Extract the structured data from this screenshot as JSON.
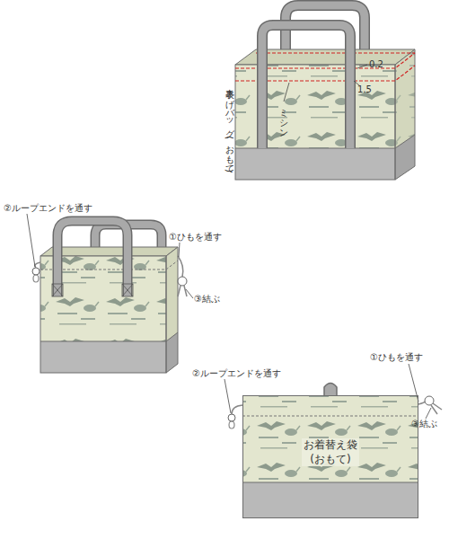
{
  "diagram": {
    "nodes": [
      {
        "text": [
          "お着替え袋 (おもて)"
        ]
      }
    ],
    "labels": [
      "表手さげバッグ (おもて)",
      "ミシン",
      "0.2",
      "1.5",
      "②ループエンドを通す",
      "①ひもを通す",
      "③結ぶ",
      "②ループエンドを通す",
      "①ひもを通す",
      "③結ぶ"
    ]
  }
}
